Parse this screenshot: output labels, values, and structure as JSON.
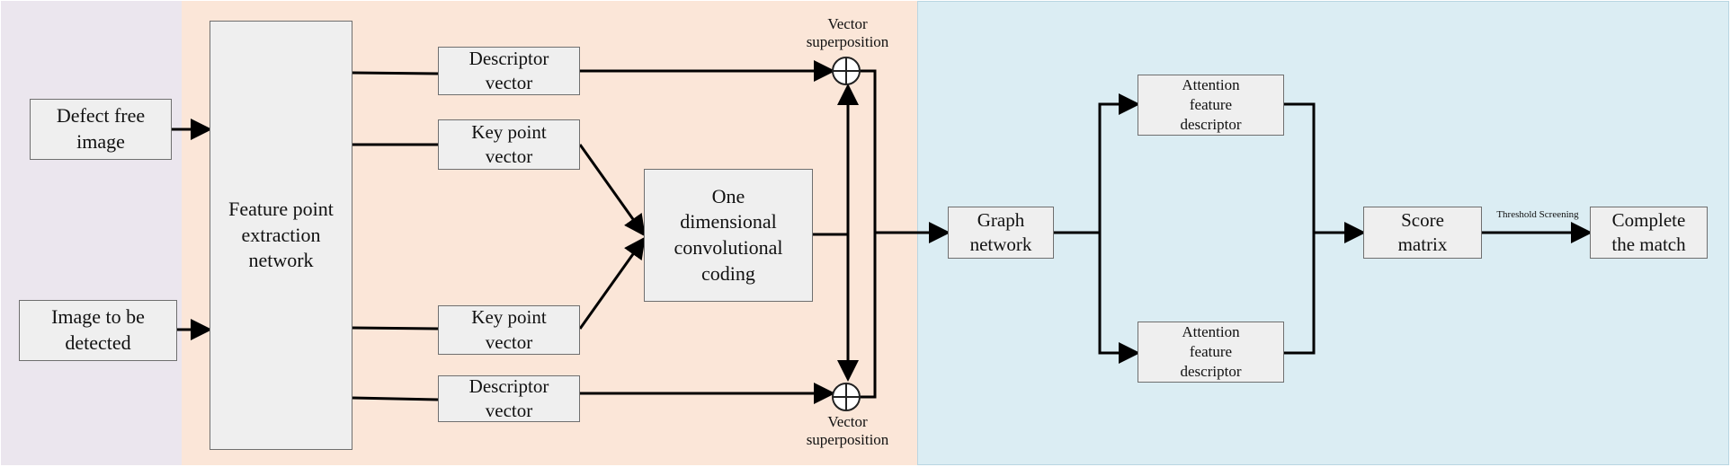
{
  "diagram": {
    "inputs": {
      "defect_free": "Defect free\nimage",
      "to_detect": "Image to be\ndetected"
    },
    "extraction_network": "Feature point\nextraction\nnetwork",
    "descriptor_top": "Descriptor\nvector",
    "keypoint_top": "Key point\nvector",
    "keypoint_bottom": "Key point\nvector",
    "descriptor_bottom": "Descriptor\nvector",
    "conv_coding": "One\ndimensional\nconvolutional\ncoding",
    "superposition_top": "Vector\nsuperposition",
    "superposition_bottom": "Vector\nsuperposition",
    "graph_network": "Graph\nnetwork",
    "attention_top": "Attention\nfeature\ndescriptor",
    "attention_bottom": "Attention\nfeature\ndescriptor",
    "score_matrix": "Score\nmatrix",
    "threshold_label": "Threshold Screening",
    "complete_match": "Complete\nthe match"
  },
  "colors": {
    "panel_input": "#ebe6ee",
    "panel_extract": "#fbe6d8",
    "panel_match": "#dbedf3",
    "box_fill": "#efefef",
    "box_border": "#6f6f6f",
    "wire": "#000000"
  }
}
